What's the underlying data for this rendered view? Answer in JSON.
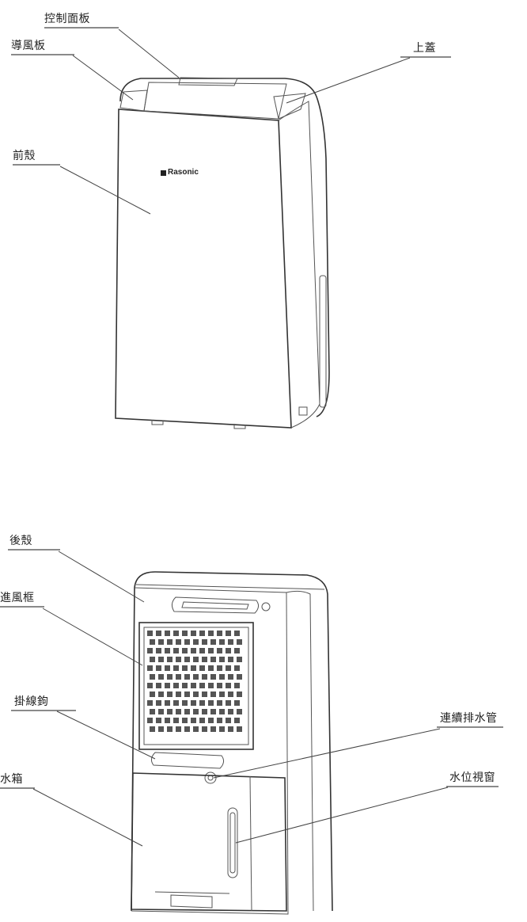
{
  "front_view": {
    "brand": "Rasonic",
    "labels": {
      "control_panel": "控制面板",
      "air_deflector": "導風板",
      "top_cover": "上蓋",
      "front_shell": "前殼"
    }
  },
  "rear_view": {
    "labels": {
      "rear_shell": "後殼",
      "air_inlet_frame": "進風框",
      "cord_hook": "掛線鉤",
      "water_tank": "水箱",
      "continuous_drain_hose": "連續排水管",
      "water_level_window": "水位視窗"
    }
  }
}
